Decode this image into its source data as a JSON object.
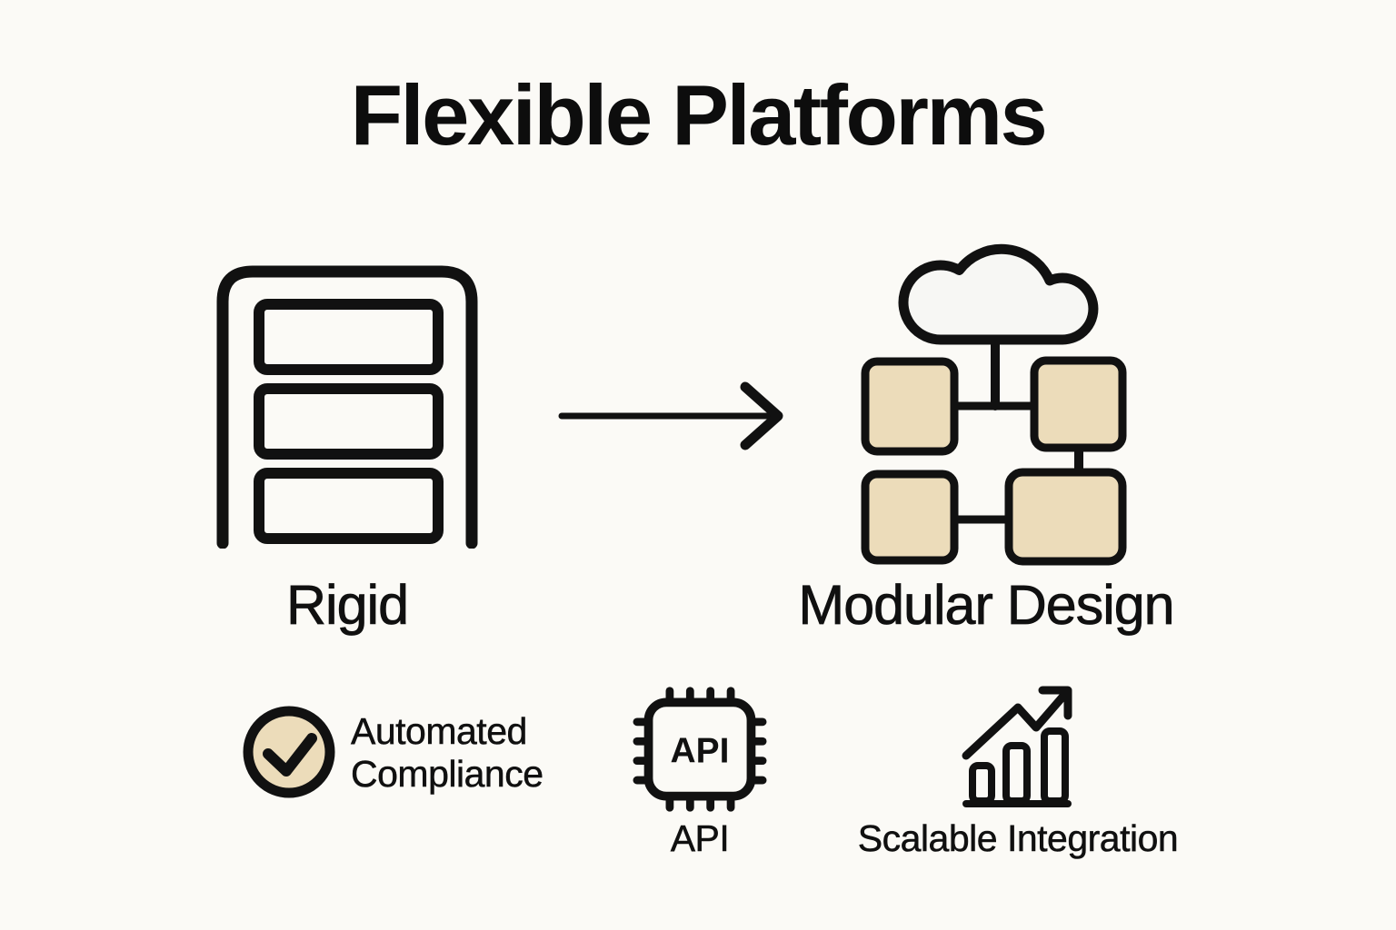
{
  "title": "Flexible Platforms",
  "colors": {
    "background": "#fbfaf6",
    "ink": "#111111",
    "accent_beige": "#ecdcba",
    "cloud_fill": "#f7f7f4"
  },
  "comparison": {
    "left": {
      "label": "Rigid",
      "icon": "rigid-stack-icon"
    },
    "arrow": {
      "icon": "right-arrow-icon"
    },
    "right": {
      "label": "Modular Design",
      "icon": "cloud-modular-blocks-icon"
    }
  },
  "features": {
    "compliance": {
      "icon": "check-circle-icon",
      "line1": "Automated",
      "line2": "Compliance"
    },
    "api": {
      "icon": "api-chip-icon",
      "chip_text": "API",
      "label": "API"
    },
    "scalability": {
      "icon": "growth-chart-icon",
      "label": "Scalable Integration"
    }
  }
}
